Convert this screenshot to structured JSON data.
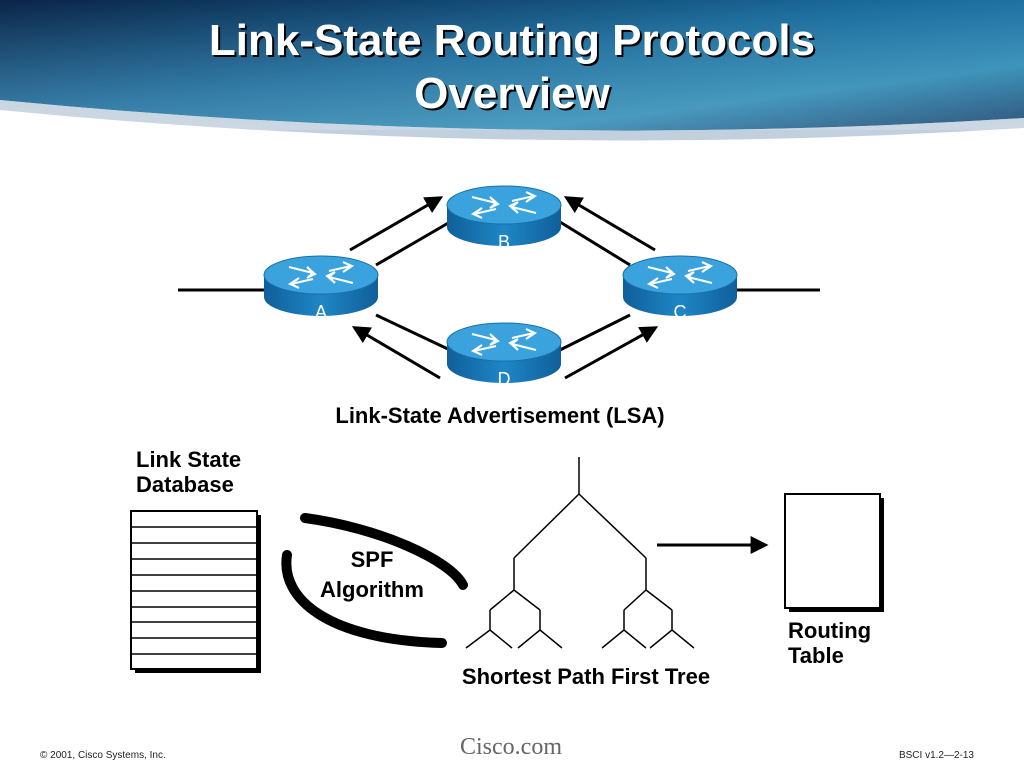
{
  "slide": {
    "title_line1": "Link-State Routing Protocols",
    "title_line2": "Overview"
  },
  "routers": [
    {
      "id": "A",
      "label": "A"
    },
    {
      "id": "B",
      "label": "B"
    },
    {
      "id": "C",
      "label": "C"
    },
    {
      "id": "D",
      "label": "D"
    }
  ],
  "captions": {
    "lsa": "Link-State Advertisement (LSA)",
    "lsdb_line1": "Link State",
    "lsdb_line2": "Database",
    "spf_line1": "SPF",
    "spf_line2": "Algorithm",
    "tree": "Shortest Path First Tree",
    "rt_line1": "Routing",
    "rt_line2": "Table"
  },
  "footer": {
    "copyright": "© 2001, Cisco Systems, Inc.",
    "logo": "Cisco.com",
    "course": "BSCI v1.2—2-13"
  },
  "colors": {
    "router_blue": "#1f86c6",
    "router_top": "#3aa3dd",
    "banner_dark": "#0c2d52",
    "banner_mid": "#1a6a9a"
  }
}
